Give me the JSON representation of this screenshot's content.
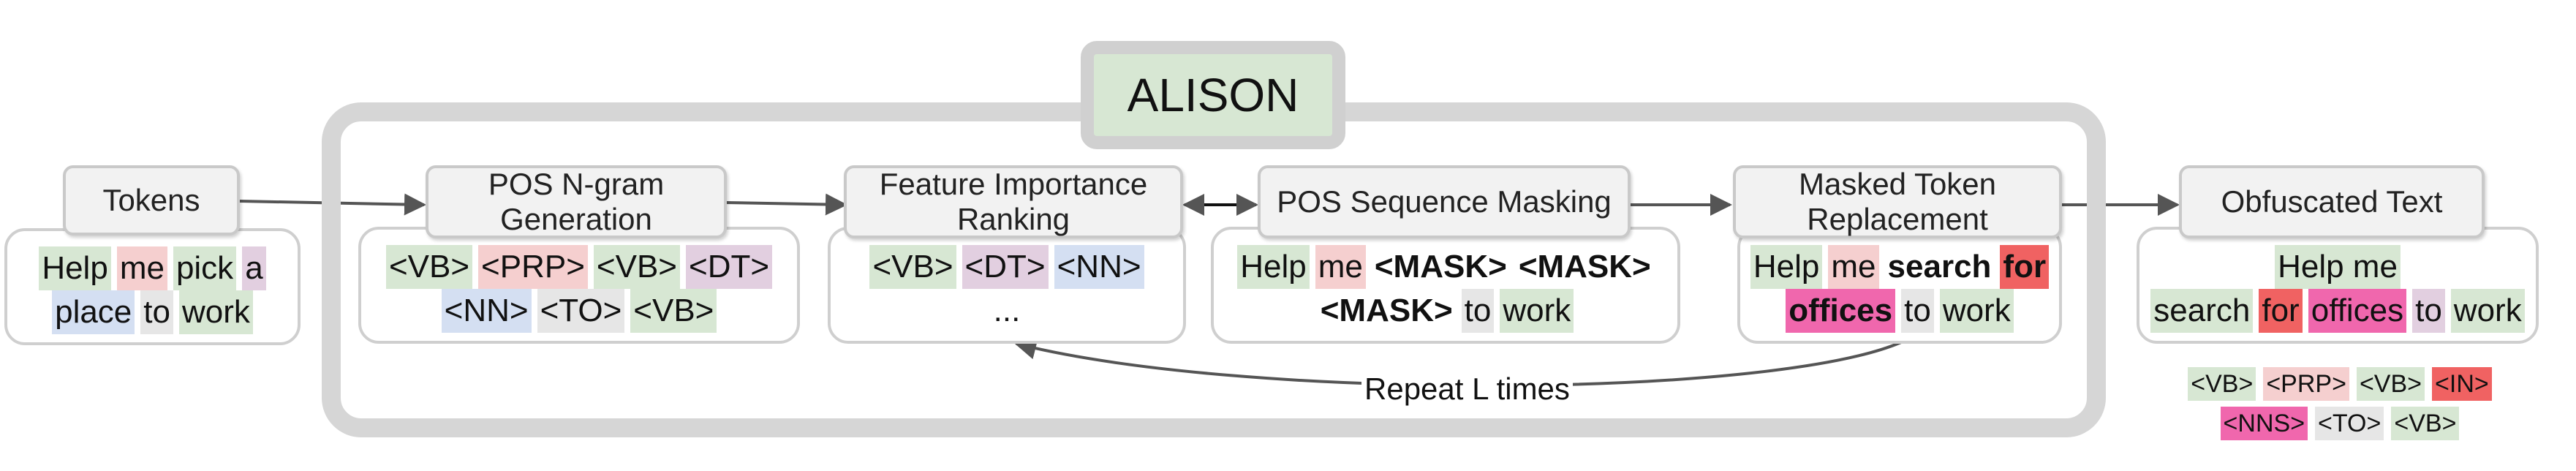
{
  "title": "ALISON",
  "colors": {
    "frame": "#d6d6d6",
    "alison_bg": "#d7e7d3",
    "header_bg": "#f2f2f2",
    "arrow": "#555555",
    "tag_VB": "#d7e7d3",
    "tag_PRP": "#f5cfcf",
    "tag_DT": "#e2cfe0",
    "tag_NN": "#d4dff2",
    "tag_TO": "#e6e6e6",
    "tag_IN": "#f06262",
    "tag_NNS": "#f067ad"
  },
  "headers": {
    "tokens": "Tokens",
    "pos": "POS N-gram Generation",
    "ranking": "Feature Importance Ranking",
    "masking": "POS Sequence Masking",
    "replacement": "Masked Token Replacement",
    "obfuscated": "Obfuscated Text"
  },
  "tokens_box": {
    "line1": [
      {
        "text": "Help",
        "tag": "VB"
      },
      {
        "text": "me",
        "tag": "PRP"
      },
      {
        "text": "pick",
        "tag": "VB"
      },
      {
        "text": "a",
        "tag": "DT"
      }
    ],
    "line2": [
      {
        "text": "place",
        "tag": "NN"
      },
      {
        "text": "to",
        "tag": "TO"
      },
      {
        "text": "work",
        "tag": "VB"
      }
    ]
  },
  "pos_box": {
    "line1": [
      {
        "text": "<VB>",
        "tag": "VB"
      },
      {
        "text": "<PRP>",
        "tag": "PRP"
      },
      {
        "text": "<VB>",
        "tag": "VB"
      },
      {
        "text": "<DT>",
        "tag": "DT"
      }
    ],
    "line2": [
      {
        "text": "<NN>",
        "tag": "NN"
      },
      {
        "text": "<TO>",
        "tag": "TO"
      },
      {
        "text": "<VB>",
        "tag": "VB"
      }
    ]
  },
  "ranking_box": {
    "line1": [
      {
        "text": "<VB>",
        "tag": "VB"
      },
      {
        "text": "<DT>",
        "tag": "DT"
      },
      {
        "text": "<NN>",
        "tag": "NN"
      }
    ],
    "ellipsis": "..."
  },
  "masking_box": {
    "line1": [
      {
        "text": "Help",
        "tag": "VB"
      },
      {
        "text": "me",
        "tag": "PRP"
      },
      {
        "text": "<MASK>",
        "bold": true
      },
      {
        "text": "<MASK>",
        "bold": true
      }
    ],
    "line2": [
      {
        "text": "<MASK>",
        "bold": true
      },
      {
        "text": "to",
        "tag": "TO"
      },
      {
        "text": "work",
        "tag": "VB"
      }
    ]
  },
  "replacement_box": {
    "line1": [
      {
        "text": "Help",
        "tag": "VB"
      },
      {
        "text": "me",
        "tag": "PRP"
      },
      {
        "text": "search",
        "bold": true
      },
      {
        "text": "for",
        "bold": true,
        "tag": "IN"
      }
    ],
    "line2": [
      {
        "text": "offices",
        "bold": true,
        "tag": "NNS"
      },
      {
        "text": "to",
        "tag": "TO"
      },
      {
        "text": "work",
        "tag": "VB"
      }
    ]
  },
  "obfuscated_box": {
    "line1": [
      {
        "text": "Help me",
        "tag": "VB"
      }
    ],
    "line2": [
      {
        "text": "search",
        "tag": "VB"
      },
      {
        "text": "for",
        "tag": "IN"
      },
      {
        "text": "offices",
        "tag": "NNS"
      },
      {
        "text": "to",
        "tag": "DT"
      },
      {
        "text": "work",
        "tag": "VB"
      }
    ]
  },
  "obfuscated_tags": {
    "line1": [
      {
        "text": "<VB>",
        "tag": "VB"
      },
      {
        "text": "<PRP>",
        "tag": "PRP"
      },
      {
        "text": "<VB>",
        "tag": "VB"
      },
      {
        "text": "<IN>",
        "tag": "IN"
      }
    ],
    "line2": [
      {
        "text": "<NNS>",
        "tag": "NNS"
      },
      {
        "text": "<TO>",
        "tag": "TO"
      },
      {
        "text": "<VB>",
        "tag": "VB"
      }
    ]
  },
  "loop_label": "Repeat L times"
}
